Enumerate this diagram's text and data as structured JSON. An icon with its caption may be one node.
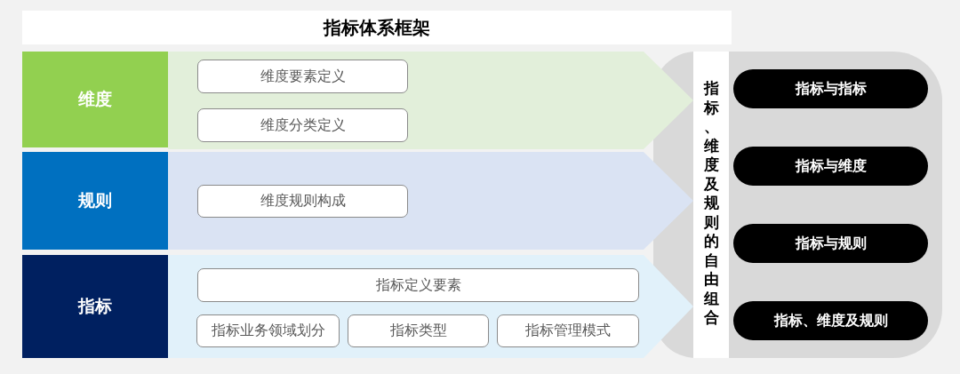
{
  "diagram": {
    "title": "指标体系框架",
    "nodes": [
      {
        "text": [
          "维度"
        ]
      },
      {
        "text": [],
        "shape": "arrow"
      },
      {
        "text": [
          "维度要素定义"
        ],
        "in": 1
      },
      {
        "text": [
          "维度分类定义"
        ],
        "in": 1
      },
      {
        "text": [
          "规则"
        ]
      },
      {
        "text": [],
        "shape": "arrow"
      },
      {
        "text": [
          "维度规则构成"
        ],
        "in": 5
      },
      {
        "text": [
          "指标"
        ]
      },
      {
        "text": [],
        "shape": "arrow"
      },
      {
        "text": [
          "指标定义要素"
        ],
        "in": 8
      },
      {
        "text": [
          "指标业务领域划分"
        ],
        "in": 8
      },
      {
        "text": [
          "指标类型"
        ],
        "in": 8
      },
      {
        "text": [
          "指标管理模式"
        ],
        "in": 8
      },
      {
        "text": [],
        "shape": "box"
      },
      {
        "text": [
          "指标、维度及规则的自由组合"
        ],
        "in": 13
      },
      {
        "text": [
          "指标与指标"
        ],
        "in": 13
      },
      {
        "text": [
          "指标与维度"
        ],
        "in": 13
      },
      {
        "text": [
          "指标与规则"
        ],
        "in": 13
      },
      {
        "text": [
          "指标、维度及规则"
        ],
        "in": 13
      }
    ]
  }
}
